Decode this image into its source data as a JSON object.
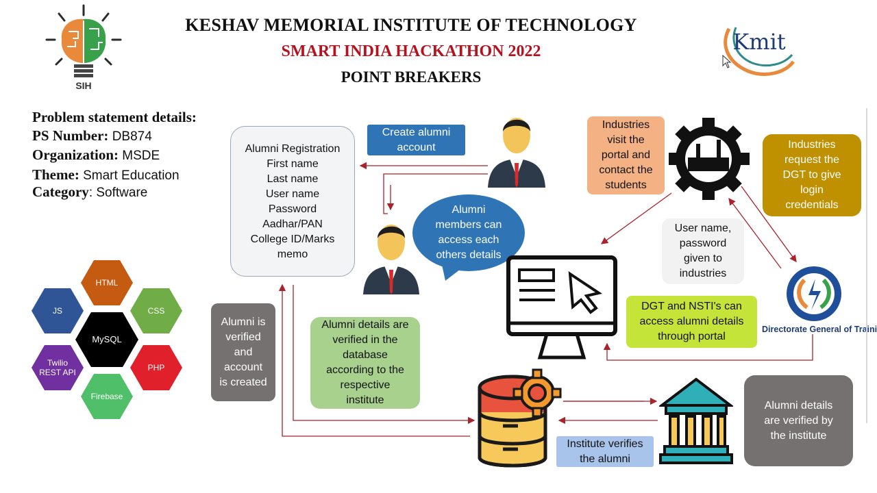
{
  "header": {
    "line1": "KESHAV MEMORIAL INSTITUTE OF TECHNOLOGY",
    "line2": "SMART INDIA HACKATHON 2022",
    "line3": "POINT BREAKERS"
  },
  "logos": {
    "sih_text": "SIH",
    "kmit_text": "Kmit",
    "dgt_caption": "Directorate General of Training"
  },
  "problem": {
    "heading": "Problem statement details:",
    "ps_number_label": "PS Number:",
    "ps_number_value": " DB874",
    "organization_label": "Organization:",
    "organization_value": " MSDE",
    "theme_label": "Theme:",
    "theme_value": " Smart Education",
    "category_label": "Category",
    "category_value": ": Software"
  },
  "tech_stack": {
    "html": "HTML",
    "js": "JS",
    "css": "CSS",
    "mysql": "MySQL",
    "twilio": "Twilio\nREST API",
    "php": "PHP",
    "firebase": "Firebase"
  },
  "flow": {
    "registration_form": "Alumni Registration\nFirst name\nLast name\nUser name\nPassword\nAadhar/PAN\nCollege ID/Marks\nmemo",
    "create_account": "Create alumni\naccount",
    "alumni_access": "Alumni\nmembers can\naccess each\nothers details",
    "alumni_verified": "Alumni is\nverified\nand\naccount\nis created",
    "details_verified_db": "Alumni details are\nverified in the\ndatabase\naccording to the\nrespective\ninstitute",
    "industries_visit": "Industries\nvisit the\nportal and\ncontact the\nstudents",
    "industries_request": "Industries\nrequest the\nDGT to give\nlogin\ncredentials",
    "username_given": "User name,\npassword\ngiven to\nindustries",
    "dgt_access": "DGT and NSTI's can\naccess alumni details\nthrough portal",
    "institute_verifies": "Institute verifies\nthe alumni",
    "details_verified_institute": "Alumni details\nare verified by\nthe institute"
  },
  "colors": {
    "title_red": "#b3121f",
    "arrow_red": "#a8232b",
    "blue_box": "#2f75b6",
    "orange_box": "#f4b183",
    "gold_box": "#bf9000",
    "grey_box": "#757171",
    "green_box": "#a9d18e",
    "yellow_box": "#c5e43a",
    "periwinkle_box": "#a9c4eb"
  }
}
